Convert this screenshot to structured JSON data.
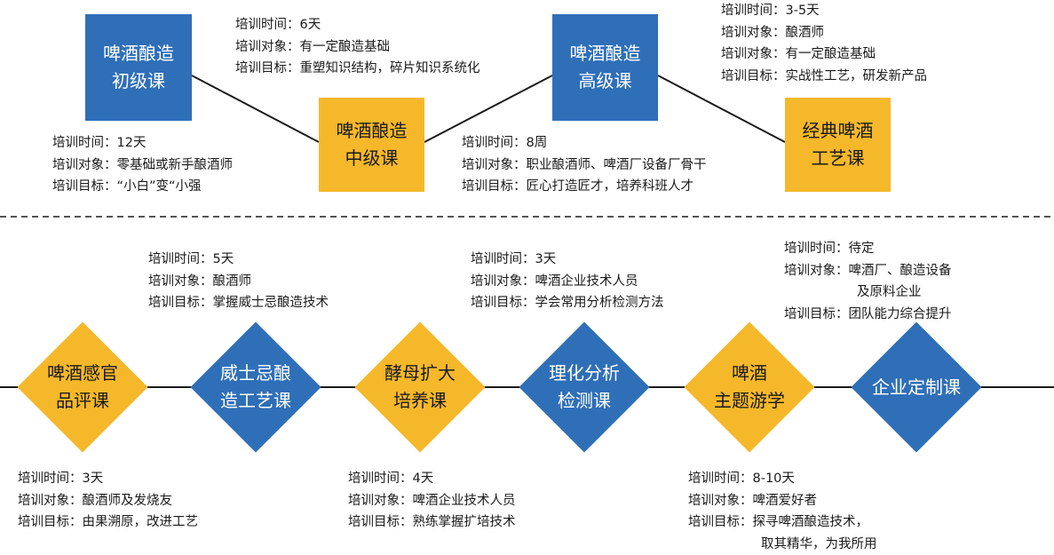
{
  "colors": {
    "blue": "#2f6fb8",
    "yellow": "#f5b82a",
    "line": "#1a1a1a"
  },
  "top_row": {
    "courses": [
      {
        "line1": "啤酒酿造",
        "line2": "初级课",
        "color": "blue"
      },
      {
        "line1": "啤酒酿造",
        "line2": "中级课",
        "color": "yellow"
      },
      {
        "line1": "啤酒酿造",
        "line2": "高级课",
        "color": "blue"
      },
      {
        "line1": "经典啤酒",
        "line2": "工艺课",
        "color": "yellow"
      }
    ],
    "info": [
      {
        "time": "培训时间：12天",
        "audience": "培训对象：零基础或新手酿酒师",
        "goal": "培训目标：“小白”变“小强"
      },
      {
        "time": "培训时间：6天",
        "audience": "培训对象：有一定酿造基础",
        "goal": "培训目标：重塑知识结构，碎片知识系统化"
      },
      {
        "time": "培训时间：8周",
        "audience": "培训对象：职业酿酒师、啤酒厂设备厂骨干",
        "goal": "培训目标：匠心打造匠才，培养科班人才"
      },
      {
        "time": "培训时间：3-5天",
        "audience": "培训对象：酿酒师",
        "audience2": "培训对象：有一定酿造基础",
        "goal": "培训目标：实战性工艺，研发新产品"
      }
    ]
  },
  "bottom_row": {
    "courses": [
      {
        "line1": "啤酒感官",
        "line2": "品评课",
        "color": "yellow"
      },
      {
        "line1": "威士忌酿",
        "line2": "造工艺课",
        "color": "blue"
      },
      {
        "line1": "酵母扩大",
        "line2": "培养课",
        "color": "yellow"
      },
      {
        "line1": "理化分析",
        "line2": "检测课",
        "color": "blue"
      },
      {
        "line1": "啤酒",
        "line2": "主题游学",
        "color": "yellow"
      },
      {
        "line1": "企业定制课",
        "line2": "",
        "color": "blue"
      }
    ],
    "info": [
      {
        "time": "培训时间：3天",
        "audience": "培训对象：酿酒师及发烧友",
        "goal": "培训目标：由果溯原，改进工艺"
      },
      {
        "time": "培训时间：5天",
        "audience": "培训对象：酿酒师",
        "goal": "培训目标：掌握威士忌酿造技术"
      },
      {
        "time": "培训时间：4天",
        "audience": "培训对象：啤酒企业技术人员",
        "goal": "培训目标：熟练掌握扩培技术"
      },
      {
        "time": "培训时间：3天",
        "audience": "培训对象：啤酒企业技术人员",
        "goal": "培训目标：学会常用分析检测方法"
      },
      {
        "time": "培训时间：8-10天",
        "audience": "培训对象：啤酒爱好者",
        "goal": "培训目标：探寻啤酒酿造技术，",
        "goal2": "取其精华，为我所用"
      },
      {
        "time": "培训时间：待定",
        "audience": "培训对象：啤酒厂、酿造设备",
        "audience2": "及原料企业",
        "goal": "培训目标：团队能力综合提升"
      }
    ]
  }
}
